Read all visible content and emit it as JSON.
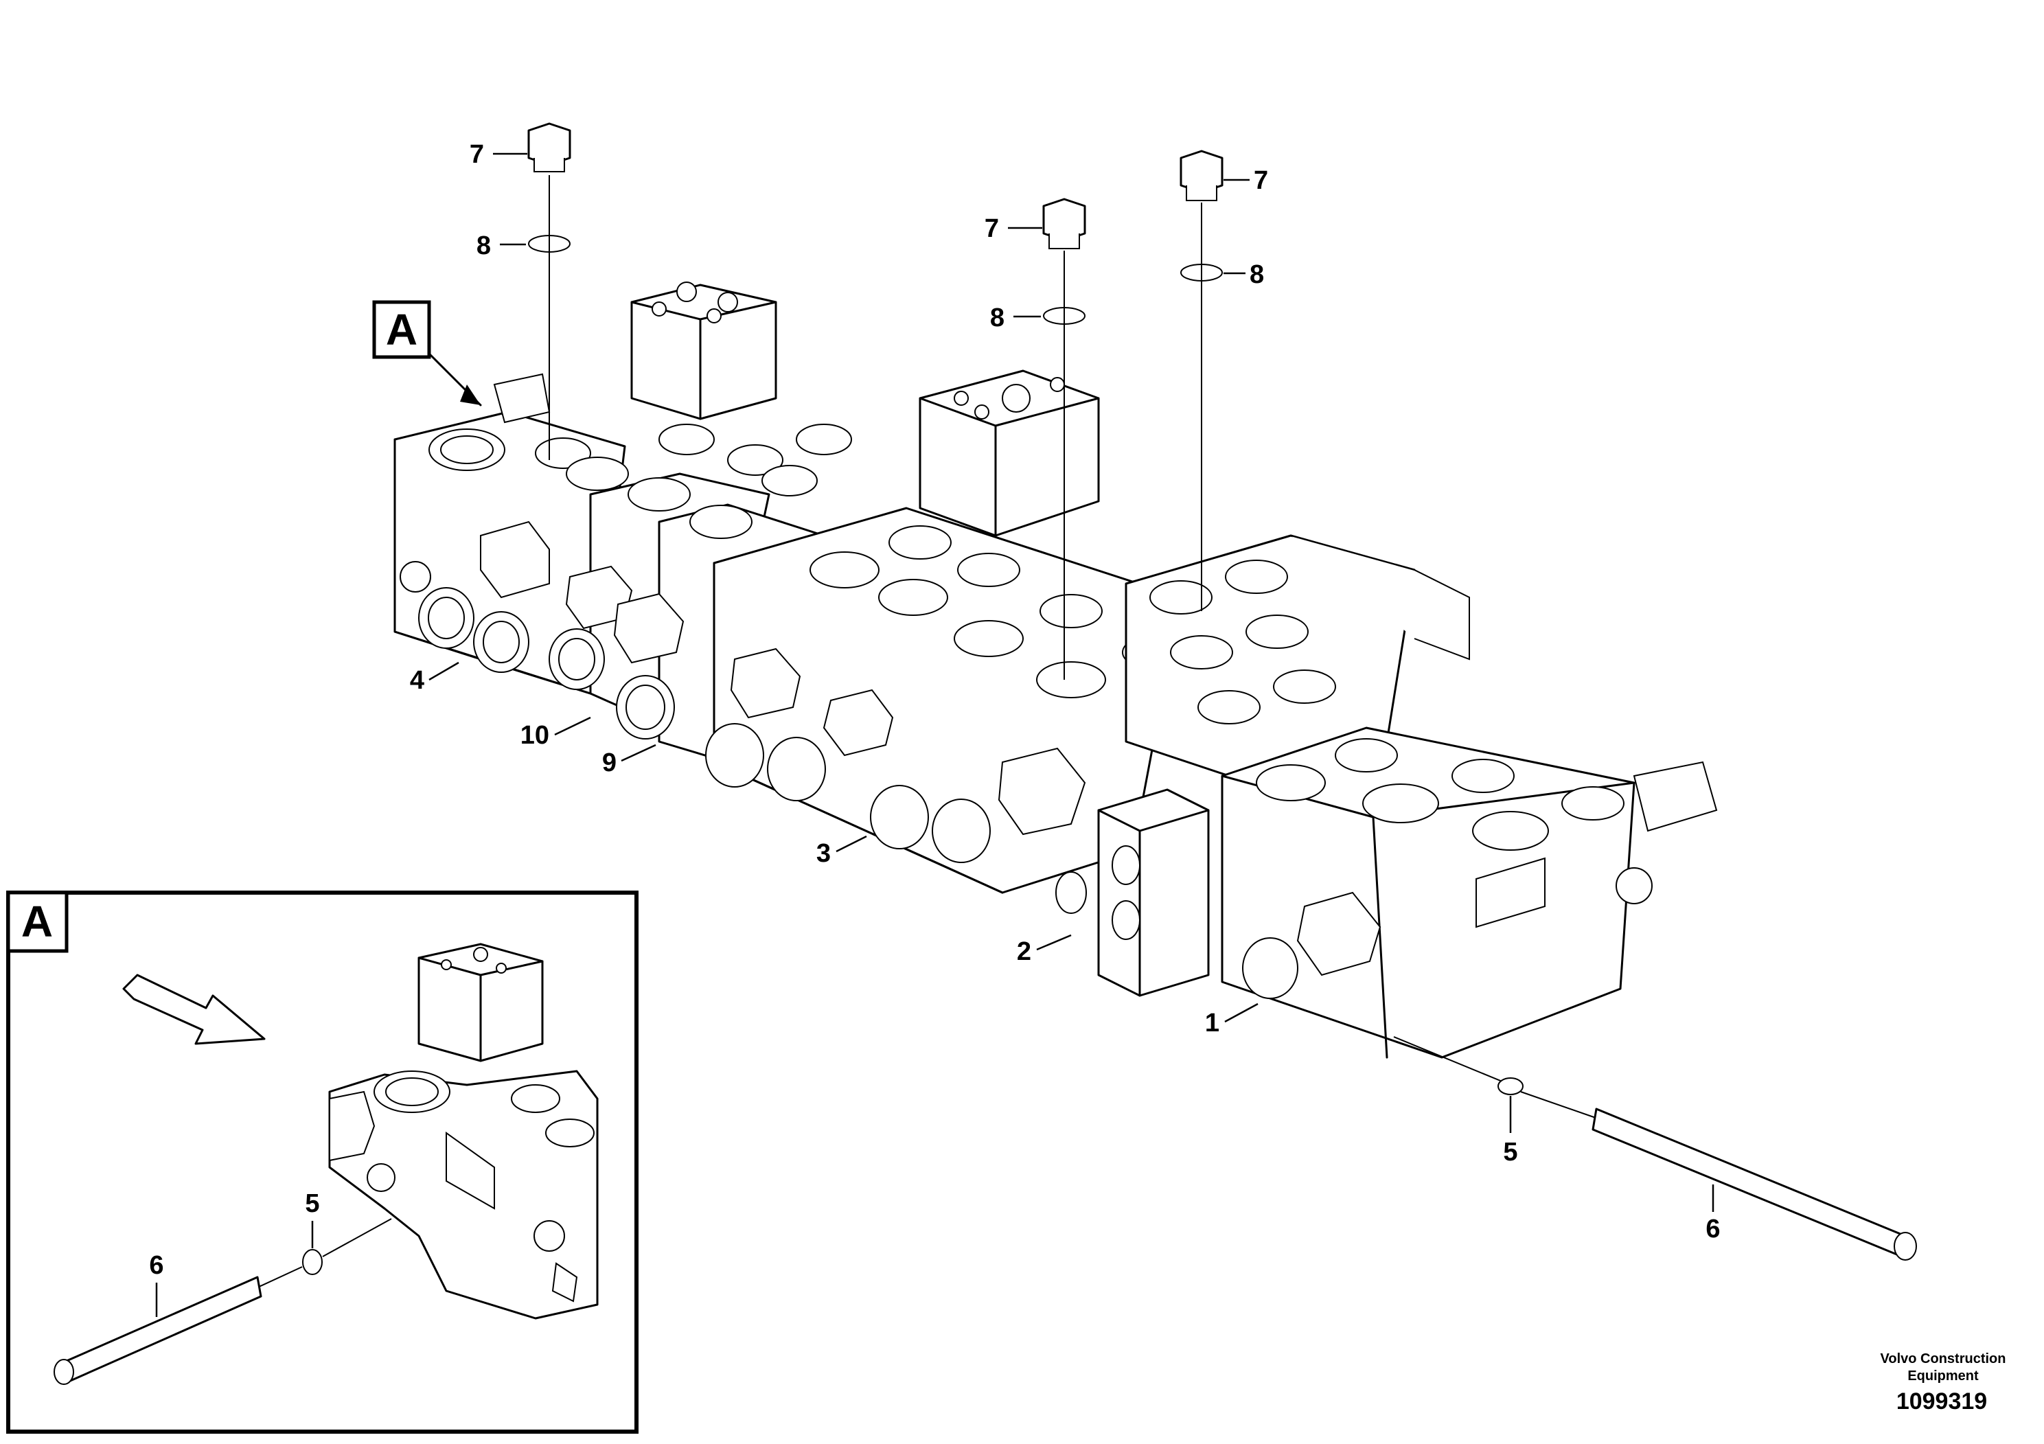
{
  "diagram": {
    "callouts": {
      "c1": "1",
      "c2": "2",
      "c3": "3",
      "c4": "4",
      "c5": "5",
      "c6": "6",
      "c7": "7",
      "c8": "8",
      "c9": "9",
      "c10": "10"
    },
    "detail_view_label": "A"
  },
  "footer": {
    "credit_line1": "Volvo Construction",
    "credit_line2": "Equipment",
    "document_number": "1099319"
  }
}
